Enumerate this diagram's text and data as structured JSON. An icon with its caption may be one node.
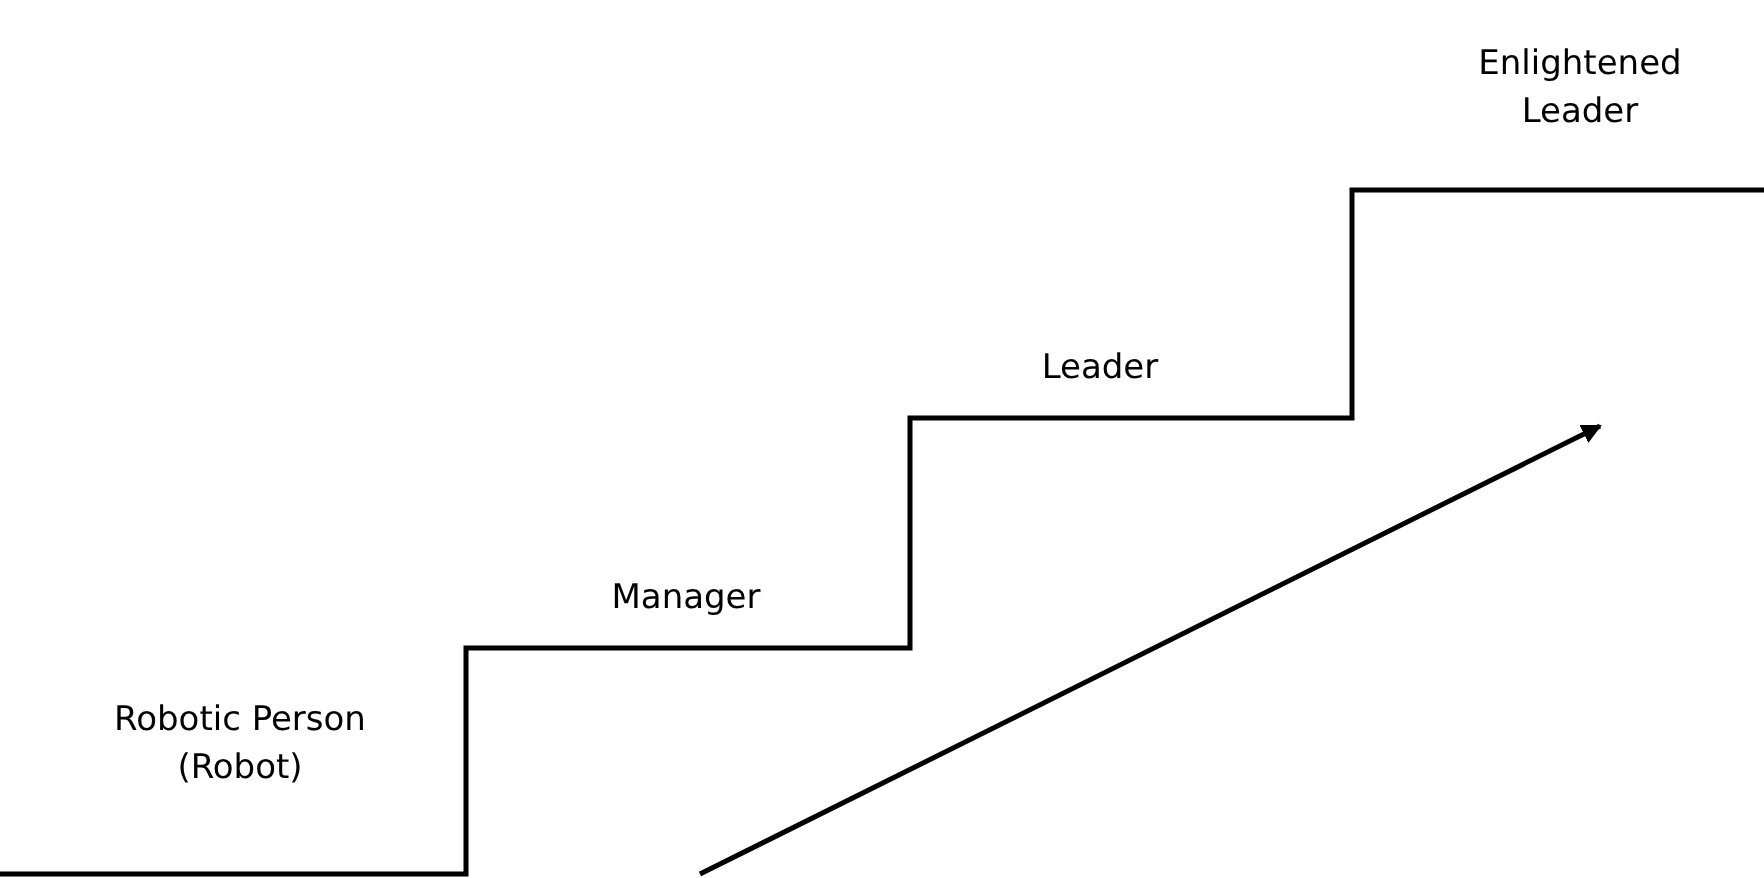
{
  "diagram": {
    "labels": [
      "Robotic Person (Robot)",
      "Manager",
      "Leader",
      "Enlightened Leader"
    ]
  }
}
